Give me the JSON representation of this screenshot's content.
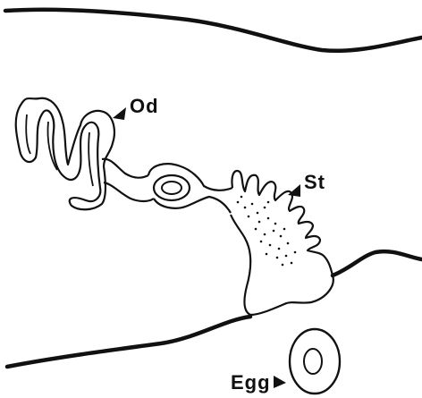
{
  "labels": {
    "oviduct": "Od",
    "structure": "St",
    "egg": "Egg"
  },
  "colors": {
    "ink": "#111111",
    "background": "#ffffff"
  }
}
